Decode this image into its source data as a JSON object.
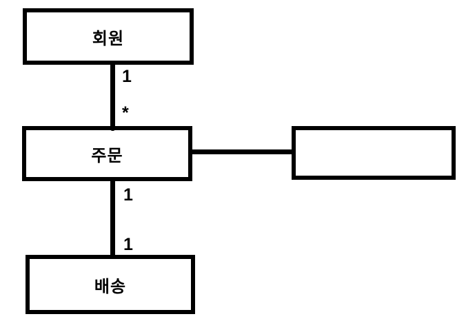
{
  "diagram": {
    "background_color": "#ffffff",
    "line_color": "#000000",
    "nodes": [
      {
        "id": "member",
        "label": "회원"
      },
      {
        "id": "order",
        "label": "주문"
      },
      {
        "id": "blank",
        "label": ""
      },
      {
        "id": "delivery",
        "label": "배송"
      }
    ],
    "edges": [
      {
        "from": "member",
        "to": "order",
        "from_label": "1",
        "to_label": "*"
      },
      {
        "from": "order",
        "to": "blank",
        "from_label": "",
        "to_label": ""
      },
      {
        "from": "order",
        "to": "delivery",
        "from_label": "1",
        "to_label": "1"
      }
    ]
  }
}
